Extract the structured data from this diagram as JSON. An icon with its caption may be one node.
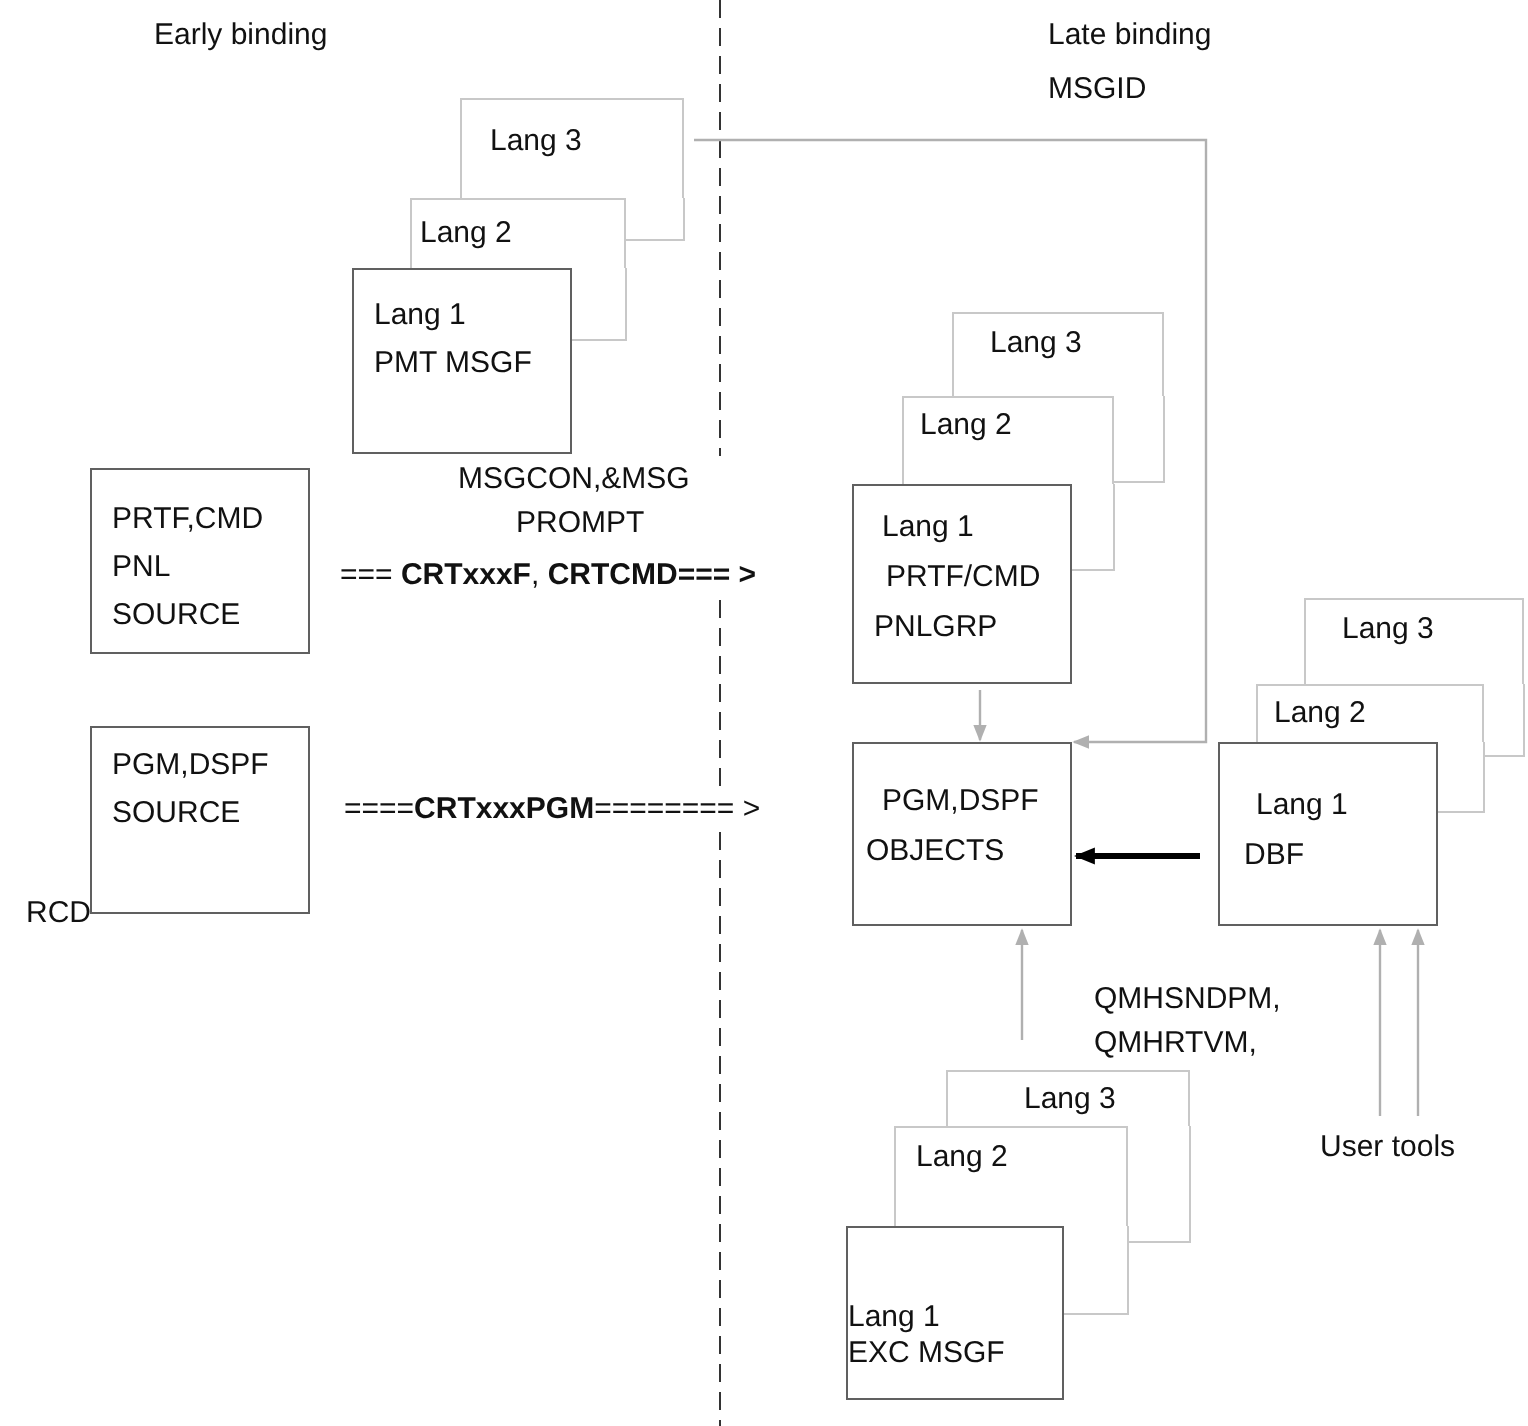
{
  "diagram": {
    "nodes": [
      {
        "text": [
          "Lang 3"
        ]
      },
      {
        "text": [
          "Lang 2"
        ]
      },
      {
        "text": [
          "Lang 1",
          "PMT MSGF"
        ]
      },
      {
        "text": [
          "PRTF,CMD",
          "PNL",
          "SOURCE"
        ]
      },
      {
        "text": [
          "PGM,DSPF",
          "SOURCE"
        ]
      },
      {
        "text": [
          "Lang 3"
        ]
      },
      {
        "text": [
          "Lang 2"
        ]
      },
      {
        "text": [
          "Lang 1",
          "PRTF/CMD",
          "PNLGRP"
        ]
      },
      {
        "text": [
          "PGM,DSPF",
          "OBJECTS"
        ]
      },
      {
        "text": [
          "Lang 3"
        ]
      },
      {
        "text": [
          "Lang  2"
        ]
      },
      {
        "text": [
          "Lang 1",
          "DBF"
        ]
      },
      {
        "text": [
          "Lang 3"
        ]
      },
      {
        "text": [
          "Lang 2"
        ]
      },
      {
        "text": [
          "Lang 1",
          "EXC MSGF"
        ]
      },
      {
        "text": [
          "User  tools"
        ]
      }
    ],
    "edges": [
      {
        "from": 0,
        "to": 8,
        "arrow": "to"
      },
      {
        "from": 7,
        "to": 8,
        "arrow": "to"
      },
      {
        "from": 11,
        "to": 8,
        "arrow": "to",
        "style": "thick",
        "color": "#000000"
      },
      {
        "from": 12,
        "to": 8,
        "arrow": "to"
      },
      {
        "from": 15,
        "to": 11,
        "arrow": "to"
      },
      {
        "from": 15,
        "to": 11,
        "arrow": "to"
      }
    ],
    "labels": [
      "Early binding",
      "Late binding",
      "MSGID",
      "MSGCON,&MSG",
      "PROMPT",
      "=== **CRTxxxF**, **CRTCMD=== >**",
      "====**CRTxxxPGM**======== >",
      "RCD",
      "QMHSNDPM,",
      "QMHRTVM,"
    ]
  }
}
